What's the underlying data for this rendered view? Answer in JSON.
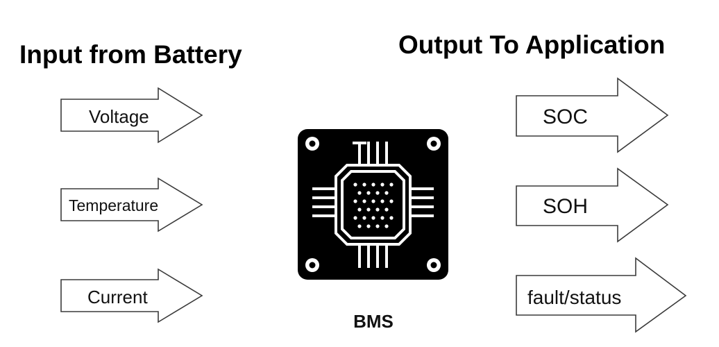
{
  "headings": {
    "input": "Input from Battery",
    "output": "Output To Application"
  },
  "inputs": [
    "Voltage",
    "Temperature",
    "Current"
  ],
  "outputs": [
    "SOC",
    "SOH",
    "fault/status"
  ],
  "chip": {
    "label": "BMS",
    "icon": "microchip-icon",
    "body_color": "#000000",
    "detail_color": "#ffffff"
  }
}
